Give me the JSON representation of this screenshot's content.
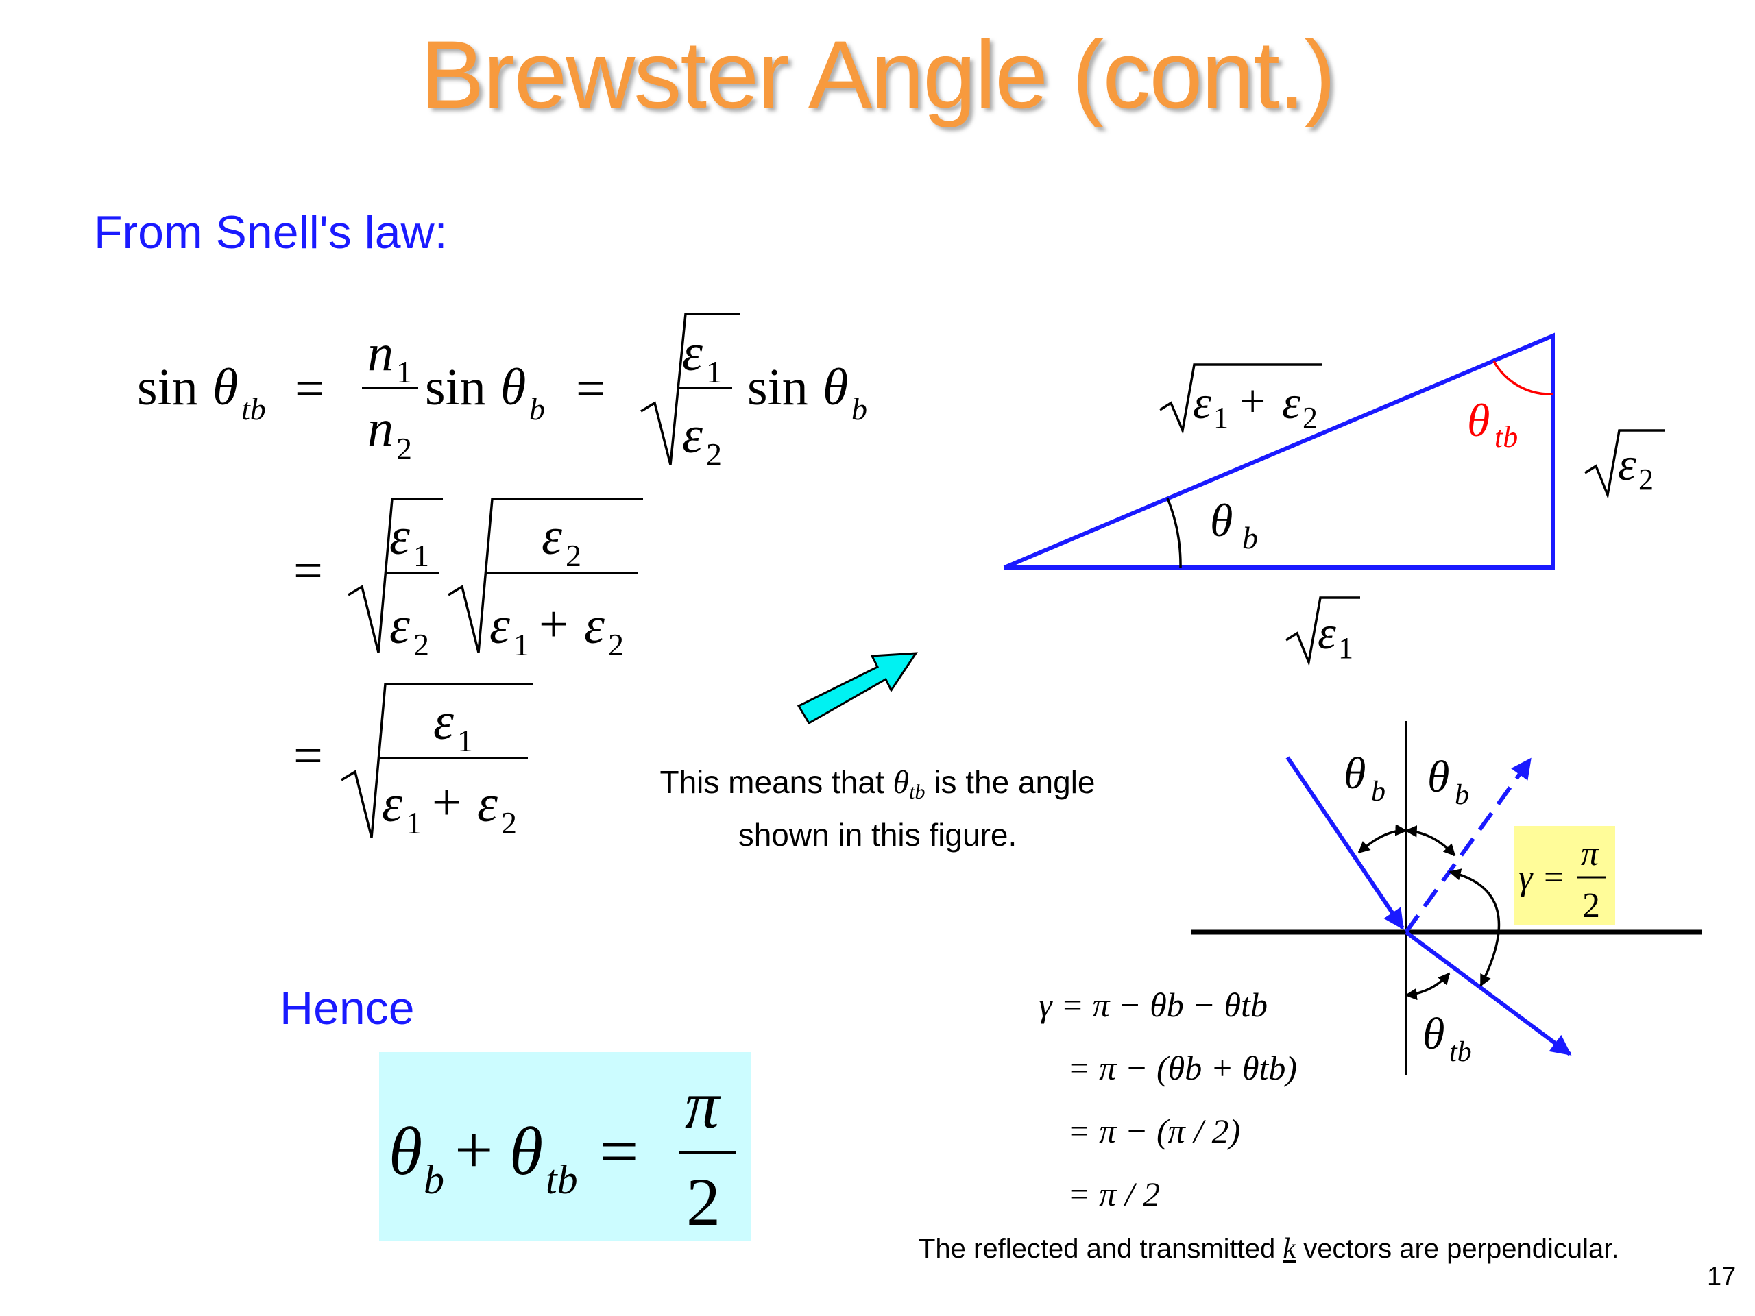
{
  "slide": {
    "title": "Brewster Angle (cont.)",
    "intro": "From Snell's law:",
    "hence": "Hence",
    "caption_prefix": "This means that",
    "caption_suffix": "is the angle",
    "caption_line2": "shown in this figure.",
    "footnote_prefix": "The reflected and transmitted",
    "footnote_k": "k",
    "footnote_suffix": "vectors are perpendicular.",
    "page_number": "17"
  },
  "symbols": {
    "theta": "θ",
    "epsilon": "ε",
    "pi": "π",
    "gamma": "γ",
    "sin": "sin",
    "n": "n",
    "sub_tb": "tb",
    "sub_b": "b",
    "sub_1": "1",
    "sub_2": "2",
    "equals": "=",
    "plus": "+",
    "minus": "−",
    "two": "2"
  },
  "gamma_lines": [
    "γ = π − θb − θtb",
    "= π − (θb + θtb)",
    "= π − (π / 2)",
    "= π / 2"
  ],
  "colors": {
    "title": "#f79a3e",
    "text_blue": "#1a1aff",
    "line_blue": "#1a1aff",
    "angle_red": "#ff0000",
    "box_cyan": "#ccfcff",
    "arrow_cyan": "#00f2f2",
    "box_yellow": "#fffc99"
  },
  "icons": {
    "pointer": "block-arrow-icon"
  }
}
